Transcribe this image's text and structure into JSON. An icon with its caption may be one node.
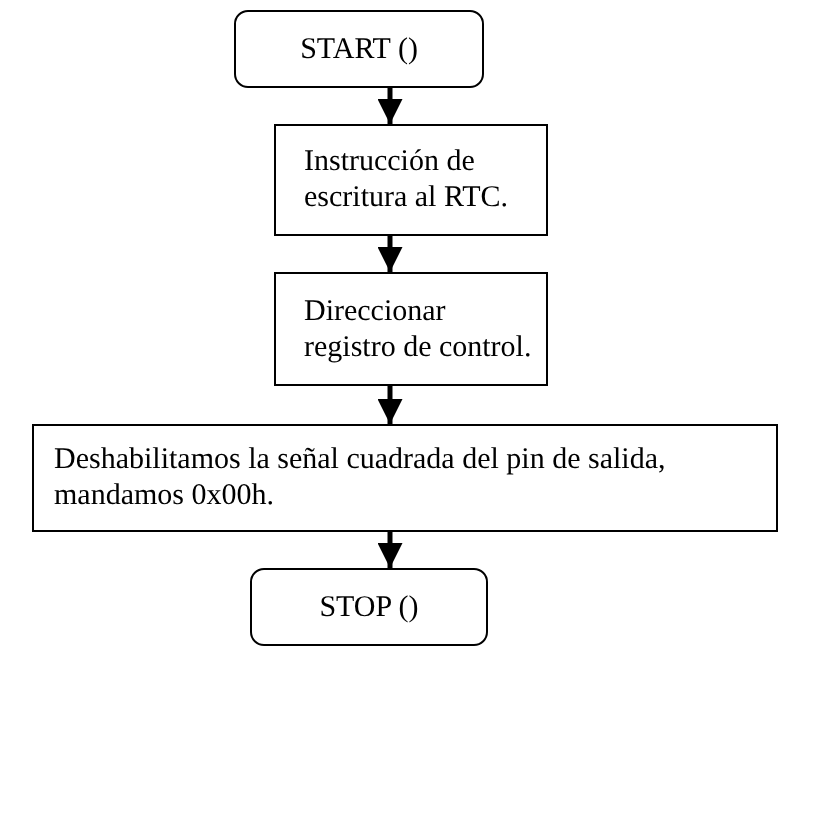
{
  "diagram": {
    "nodes": [
      {
        "text": [
          "START ()"
        ]
      },
      {
        "text": [
          "Instrucción de escritura al RTC."
        ]
      },
      {
        "text": [
          "Direccionar registro de control."
        ]
      },
      {
        "text": [
          "Deshabilitamos la señal cuadrada del pin de salida, mandamos 0x00h."
        ]
      },
      {
        "text": [
          "STOP ()"
        ]
      }
    ],
    "edges": [
      {
        "from": 0,
        "to": 1,
        "arrow": "to"
      },
      {
        "from": 1,
        "to": 2,
        "arrow": "to"
      },
      {
        "from": 2,
        "to": 3,
        "arrow": "to"
      },
      {
        "from": 3,
        "to": 4,
        "arrow": "to"
      }
    ]
  }
}
